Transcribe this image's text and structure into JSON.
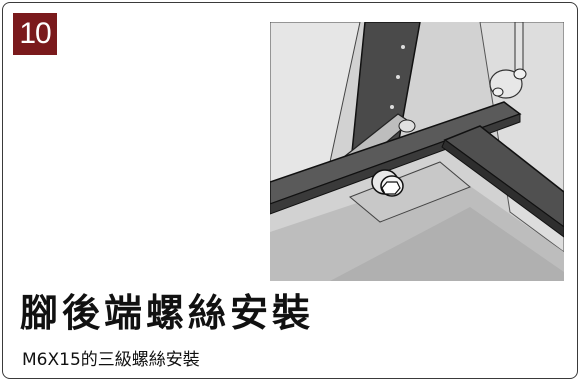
{
  "step": {
    "number": "10",
    "title": "腳後端螺絲安裝",
    "description": "M6X15的三級螺絲安裝"
  },
  "colors": {
    "badge": "#7a1a1c",
    "illustration_background": "#cfcfcf"
  }
}
